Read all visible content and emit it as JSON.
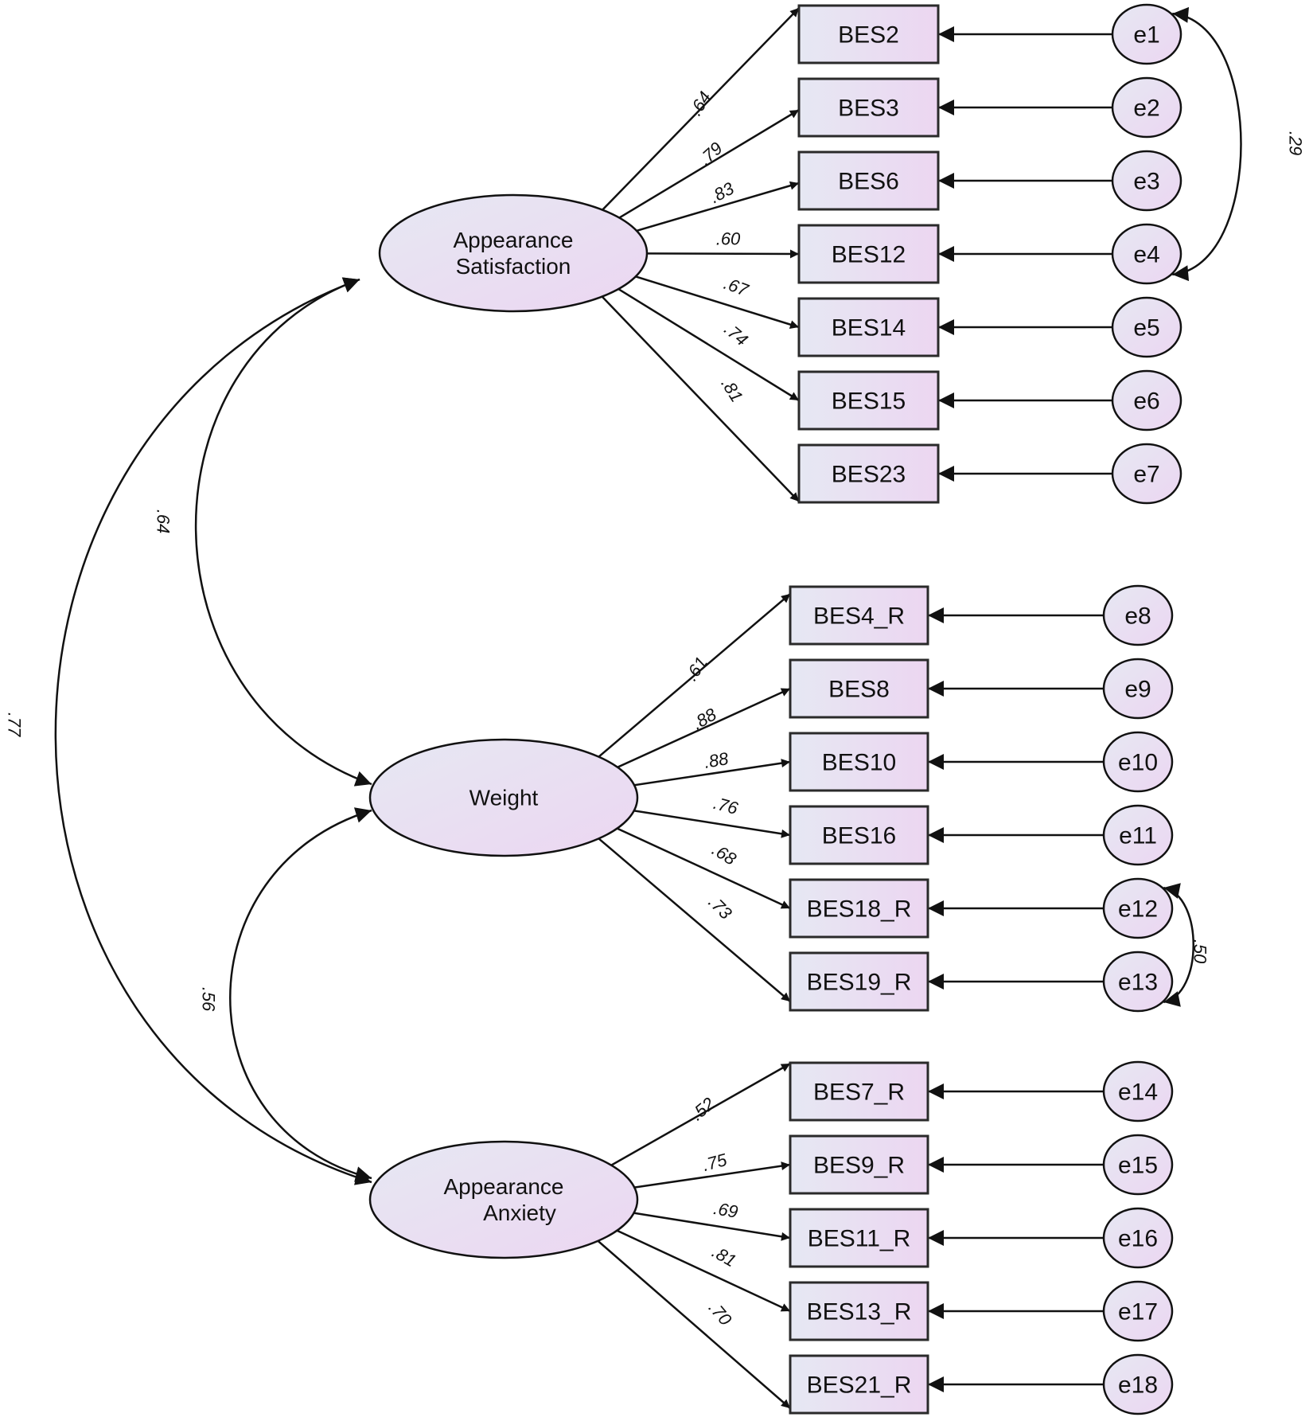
{
  "factors": [
    {
      "id": "appearance_satisfaction",
      "lines": [
        "Appearance",
        "Satisfaction"
      ]
    },
    {
      "id": "weight",
      "lines": [
        "Weight"
      ]
    },
    {
      "id": "appearance_anxiety",
      "lines": [
        "Appearance",
        "Anxiety"
      ]
    }
  ],
  "indicators": [
    {
      "label": "BES2",
      "error": "e1",
      "factor": 0,
      "loading": ".64"
    },
    {
      "label": "BES3",
      "error": "e2",
      "factor": 0,
      "loading": ".79"
    },
    {
      "label": "BES6",
      "error": "e3",
      "factor": 0,
      "loading": ".83"
    },
    {
      "label": "BES12",
      "error": "e4",
      "factor": 0,
      "loading": ".60"
    },
    {
      "label": "BES14",
      "error": "e5",
      "factor": 0,
      "loading": ".67"
    },
    {
      "label": "BES15",
      "error": "e6",
      "factor": 0,
      "loading": ".74"
    },
    {
      "label": "BES23",
      "error": "e7",
      "factor": 0,
      "loading": ".81"
    },
    {
      "label": "BES4_R",
      "error": "e8",
      "factor": 1,
      "loading": ".61"
    },
    {
      "label": "BES8",
      "error": "e9",
      "factor": 1,
      "loading": ".88"
    },
    {
      "label": "BES10",
      "error": "e10",
      "factor": 1,
      "loading": ".88"
    },
    {
      "label": "BES16",
      "error": "e11",
      "factor": 1,
      "loading": ".76"
    },
    {
      "label": "BES18_R",
      "error": "e12",
      "factor": 1,
      "loading": ".68"
    },
    {
      "label": "BES19_R",
      "error": "e13",
      "factor": 1,
      "loading": ".73"
    },
    {
      "label": "BES7_R",
      "error": "e14",
      "factor": 2,
      "loading": ".52"
    },
    {
      "label": "BES9_R",
      "error": "e15",
      "factor": 2,
      "loading": ".75"
    },
    {
      "label": "BES11_R",
      "error": "e16",
      "factor": 2,
      "loading": ".69"
    },
    {
      "label": "BES13_R",
      "error": "e17",
      "factor": 2,
      "loading": ".81"
    },
    {
      "label": "BES21_R",
      "error": "e18",
      "factor": 2,
      "loading": ".70"
    }
  ],
  "factor_covariances": [
    {
      "from": 0,
      "to": 1,
      "value": ".64"
    },
    {
      "from": 1,
      "to": 2,
      "value": ".56"
    },
    {
      "from": 0,
      "to": 2,
      "value": ".77"
    }
  ],
  "error_covariances": [
    {
      "from": "e1",
      "to": "e4",
      "value": ".29"
    },
    {
      "from": "e12",
      "to": "e13",
      "value": ".50"
    }
  ],
  "colors": {
    "node_fill_left": "#e6e8f3",
    "node_fill_right": "#ecd6f1",
    "stroke": "#111111"
  }
}
